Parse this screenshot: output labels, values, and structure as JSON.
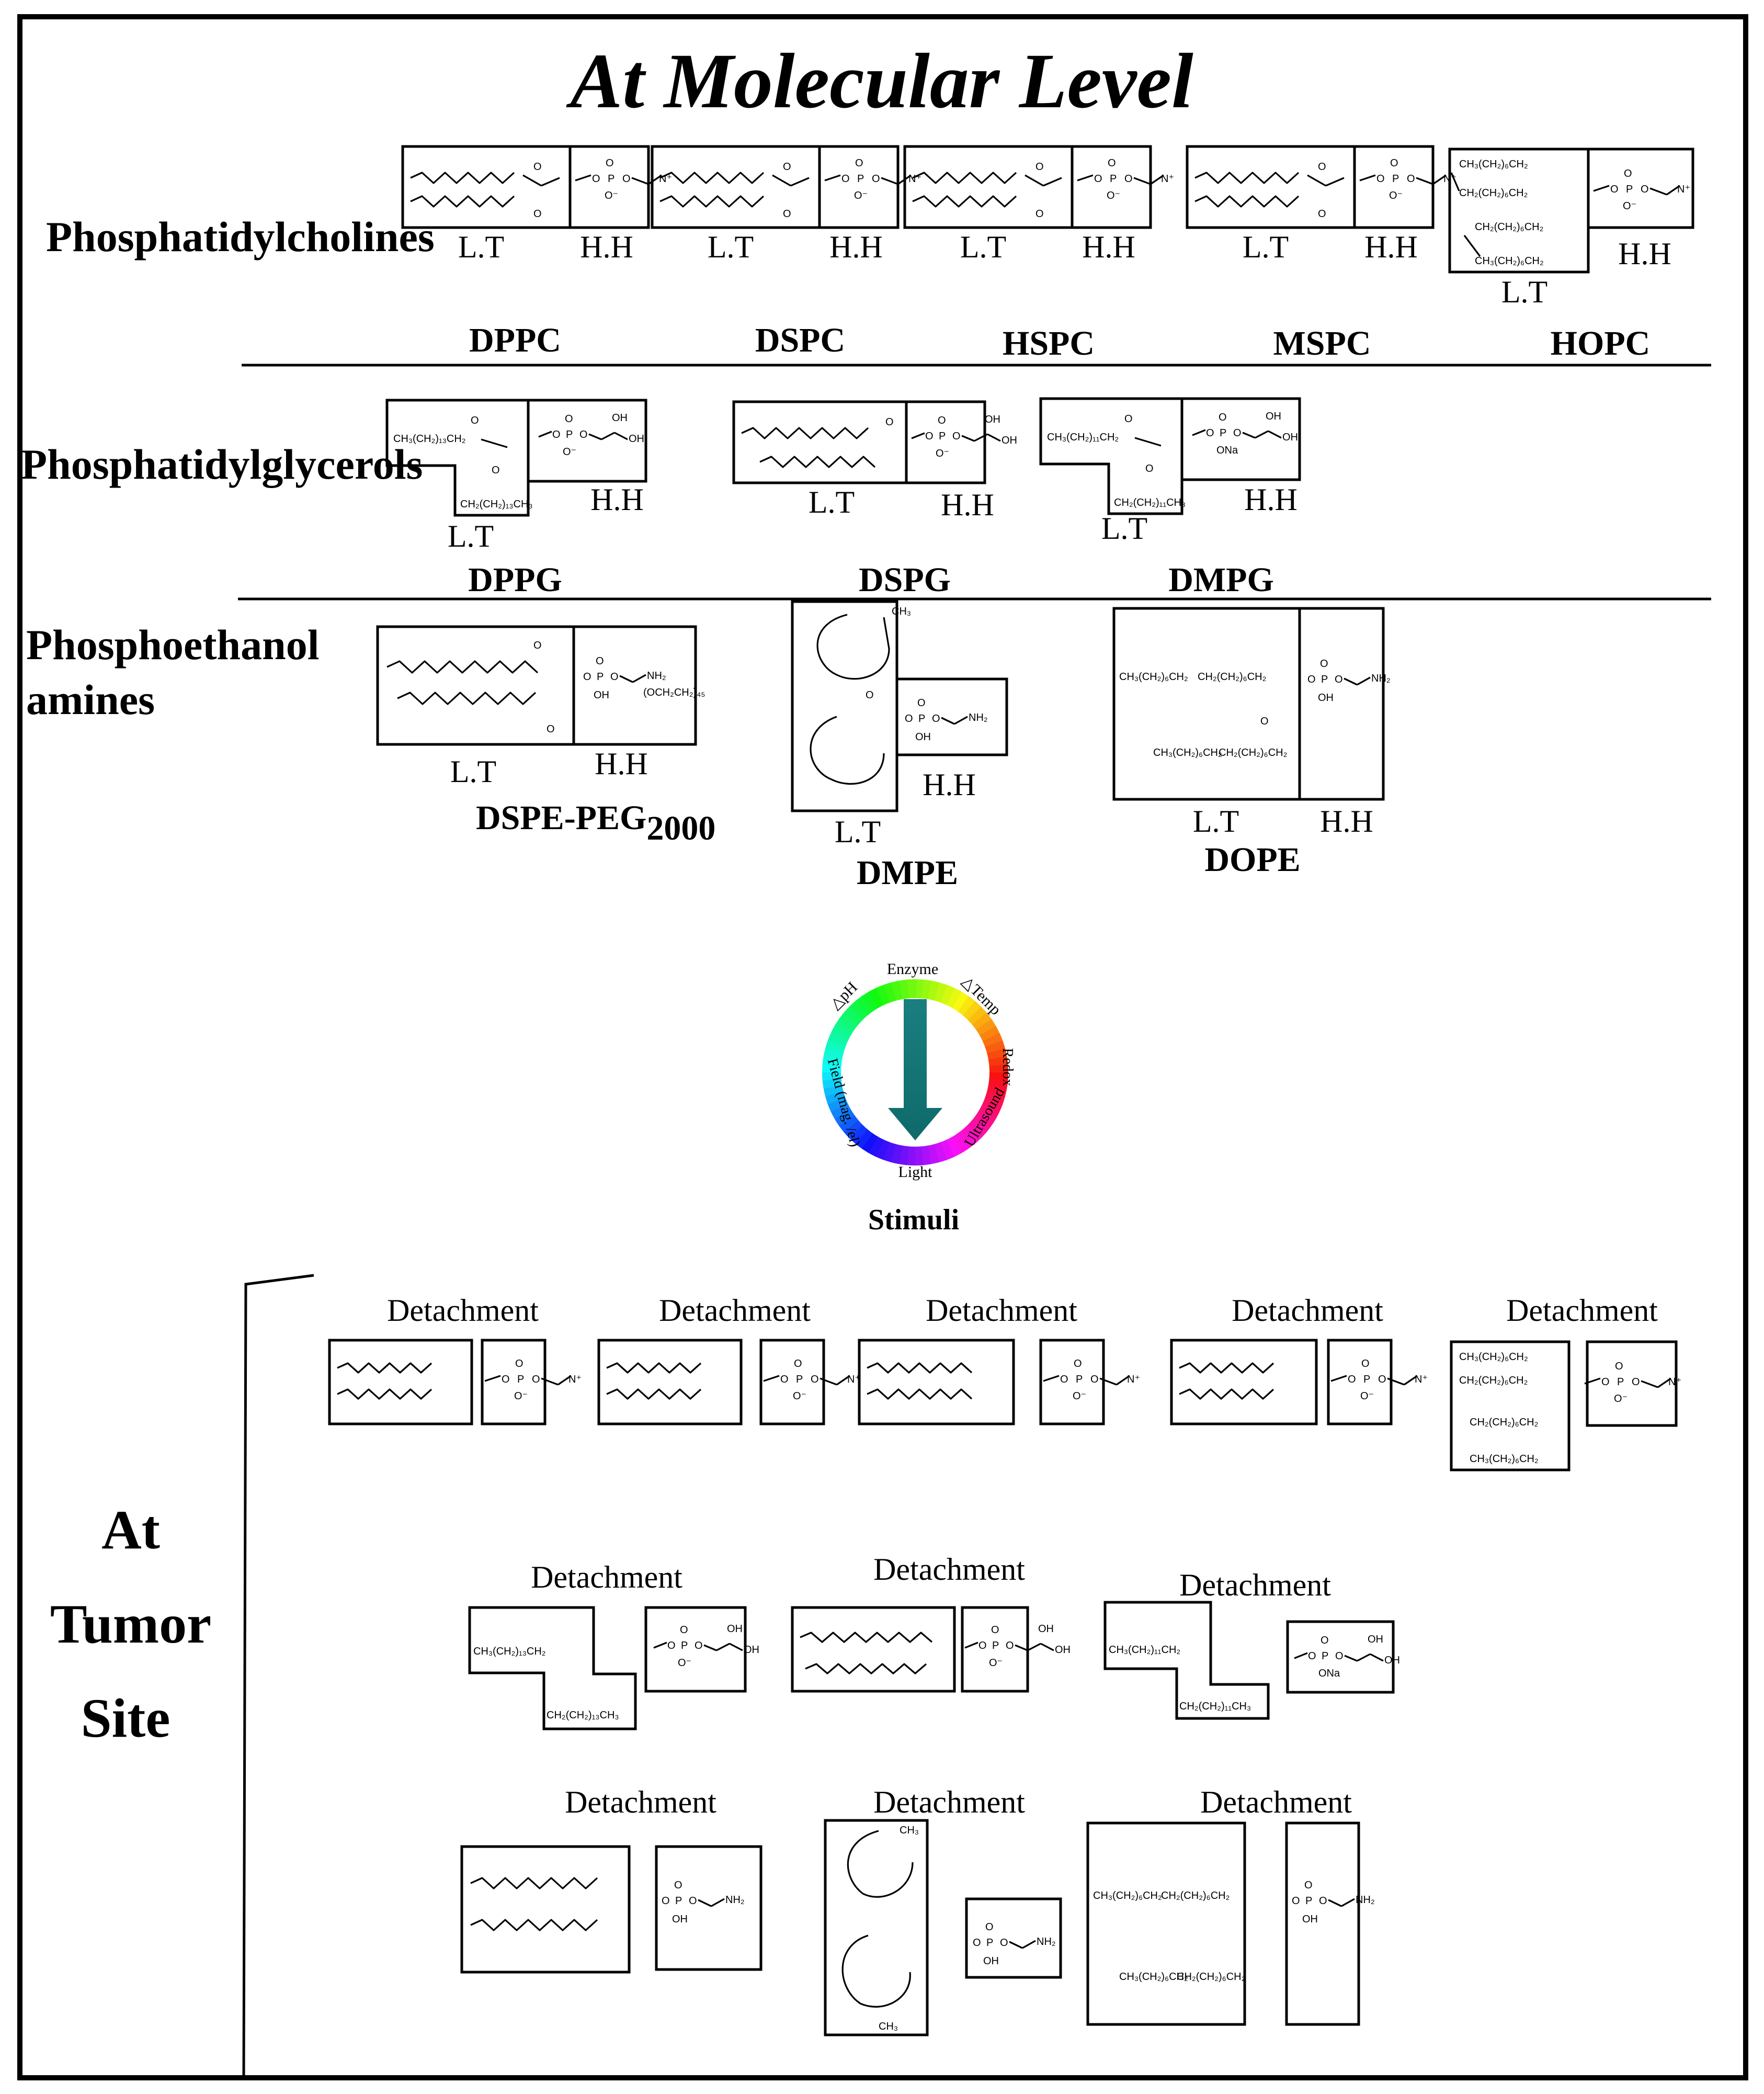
{
  "title": "At Molecular Level",
  "box_label_tail": "L.T",
  "box_label_head": "H.H",
  "detachment_label": "Detachment",
  "stimuli": {
    "caption": "Stimuli",
    "ring_labels": {
      "enzyme": "Enzyme",
      "temp": "△Temp",
      "redox": "Redox",
      "ultrasound": "Ultrasound",
      "light": "Light",
      "field": "Field (mag. /el)",
      "ph": "△pH"
    }
  },
  "tumor_site": {
    "line1": "At",
    "line2": "Tumor",
    "line3": "Site"
  },
  "classes": {
    "phosphatidylcholines": {
      "name": "Phosphatidylcholines",
      "lipids": [
        "DPPC",
        "DSPC",
        "HSPC",
        "MSPC",
        "HOPC"
      ]
    },
    "phosphatidylglycerols": {
      "name": "Phosphatidylglycerols",
      "lipids": [
        "DPPG",
        "DSPG",
        "DMPG"
      ]
    },
    "phosphoethanolamines": {
      "name_line1": "Phosphoethanol",
      "name_line2": "amines",
      "lipids": [
        "DSPE-PEG",
        "DMPE",
        "DOPE"
      ],
      "peg_subscript": "2000"
    }
  },
  "chem": {
    "ch3_ch2_13_ch2": "CH₃(CH₂)₁₃CH₂",
    "ch2_ch2_13_ch3": "CH₂(CH₂)₁₃CH₃",
    "ch3_ch2_11_ch2": "CH₃(CH₂)₁₁CH₂",
    "ch2_ch2_11_ch3": "CH₂(CH₂)₁₁CH₃",
    "ch3_ch2_6_ch2": "CH₃(CH₂)₆CH₂",
    "ch2_ch2_6_ch2": "CH₂(CH₂)₆CH₂",
    "ch3": "CH₃",
    "nh2": "NH₂",
    "oh": "OH",
    "ona": "ONa",
    "o_minus": "O⁻",
    "o": "O",
    "p": "P",
    "n_plus": "N⁺",
    "peg_tail": "(OCH₂CH₂)₄₅"
  }
}
